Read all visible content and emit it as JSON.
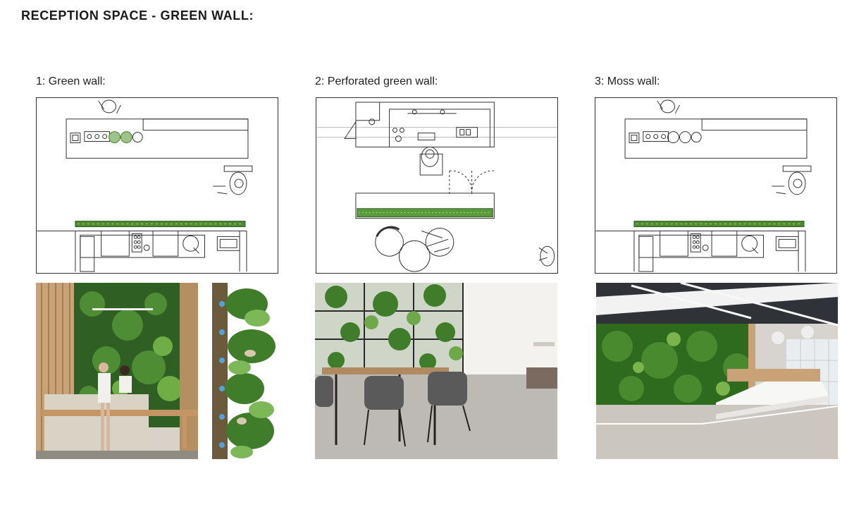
{
  "page": {
    "title": "RECEPTION SPACE - GREEN WALL:"
  },
  "options": [
    {
      "label": "1: Green wall:"
    },
    {
      "label": "2: Perforated green wall:"
    },
    {
      "label": "3: Moss wall:"
    }
  ],
  "colors": {
    "plant_green": "#3f7d2a",
    "moss_green": "#2f6b1e",
    "line_gray": "#333333",
    "timber": "#c9a277",
    "concrete": "#cfcac4"
  }
}
